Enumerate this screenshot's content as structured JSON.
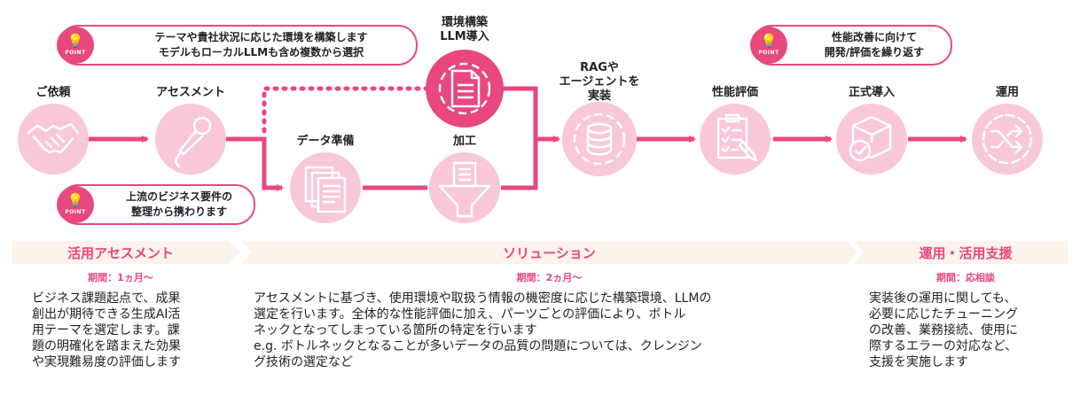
{
  "nodes": {
    "request": "ご依頼",
    "assessment": "アセスメント",
    "data_prep": "データ準備",
    "env_build": [
      "環境構築",
      "LLM導入"
    ],
    "processing": "加工",
    "implement": [
      "RAGや",
      "エージェントを",
      "実装"
    ],
    "performance": "性能評価",
    "deploy": "正式導入",
    "operation": "運用"
  },
  "callouts": {
    "badge_text": "POINT",
    "env": [
      "テーマや貴社状況に応じた環境を構築します",
      "モデルもローカルLLMも含め複数から選択"
    ],
    "improve": [
      "性能改善に向けて",
      "開発/評価を繰り返す"
    ],
    "upstream": [
      "上流のビジネス要件の",
      "整理から携わります"
    ]
  },
  "phases": {
    "assessment": {
      "title": "活用アセスメント",
      "period": "期間：1ヵ月〜",
      "description": [
        "ビジネス課題起点で、成果",
        "創出が期待できる生成AI活",
        "用テーマを選定します。課",
        "題の明確化を踏まえた効果",
        "や実現難易度の評価します"
      ]
    },
    "solution": {
      "title": "ソリューション",
      "period": "期間：2ヵ月〜",
      "description": [
        "アセスメントに基づき、使用環境や取扱う情報の機密度に応じた構築環境、LLMの",
        "選定を行います。全体的な性能評価に加え、パーツごとの評価により、ボトル",
        "ネックとなってしまっている箇所の特定を行います",
        "e.g. ボトルネックとなることが多いデータの品質の問題については、クレンジン",
        "グ技術の選定など"
      ]
    },
    "operation": {
      "title": "運用・活用支援",
      "period": "期間：応相談",
      "description": [
        "実装後の運用に関しても、",
        "必要に応じたチューニング",
        "の改善、業務接続、使用に",
        "際するエラーの対応など、",
        "支援を実施します"
      ]
    }
  },
  "colors": {
    "accent": "#e8487c",
    "circle_fill": "#f9c8d6",
    "icon_stroke": "#ffffff",
    "phase_band": "#fcf3ea"
  }
}
